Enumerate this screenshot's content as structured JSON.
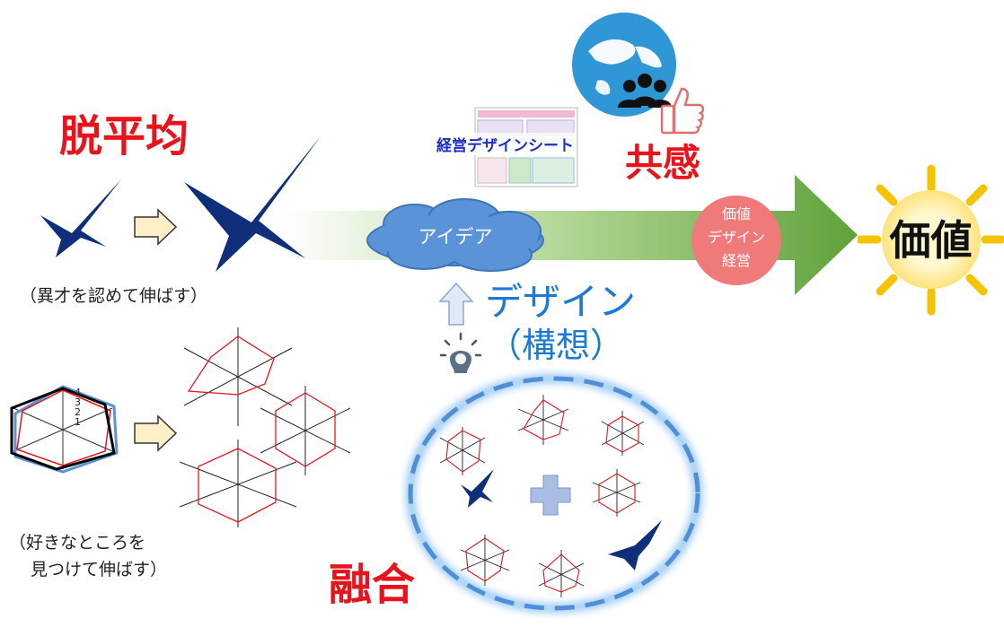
{
  "left": {
    "title": "脱平均",
    "caption_top": "（異才を認めて伸ばす）",
    "caption_bottom_line1": "（好きなところを",
    "caption_bottom_line2": "見つけて伸ばす）",
    "radar_ticks": [
      "4",
      "3",
      "2",
      "1"
    ]
  },
  "flow": {
    "idea": "アイデア",
    "value_circle_lines": [
      "価値",
      "デザイン",
      "経営"
    ],
    "value_label": "価値"
  },
  "top": {
    "sheet_label": "経営デザインシート",
    "empathy": "共感"
  },
  "center": {
    "design_line1": "デザイン",
    "design_line2": "（構想）",
    "fusion": "融合"
  },
  "colors": {
    "red": "#e8141c",
    "navy": "#0f2f7a",
    "cloud": "#5b93d8",
    "arrow_green": "#6aab45",
    "value_circle": "#f07a7a",
    "sun": "#f5c400",
    "design_text": "#1a7ad4"
  }
}
